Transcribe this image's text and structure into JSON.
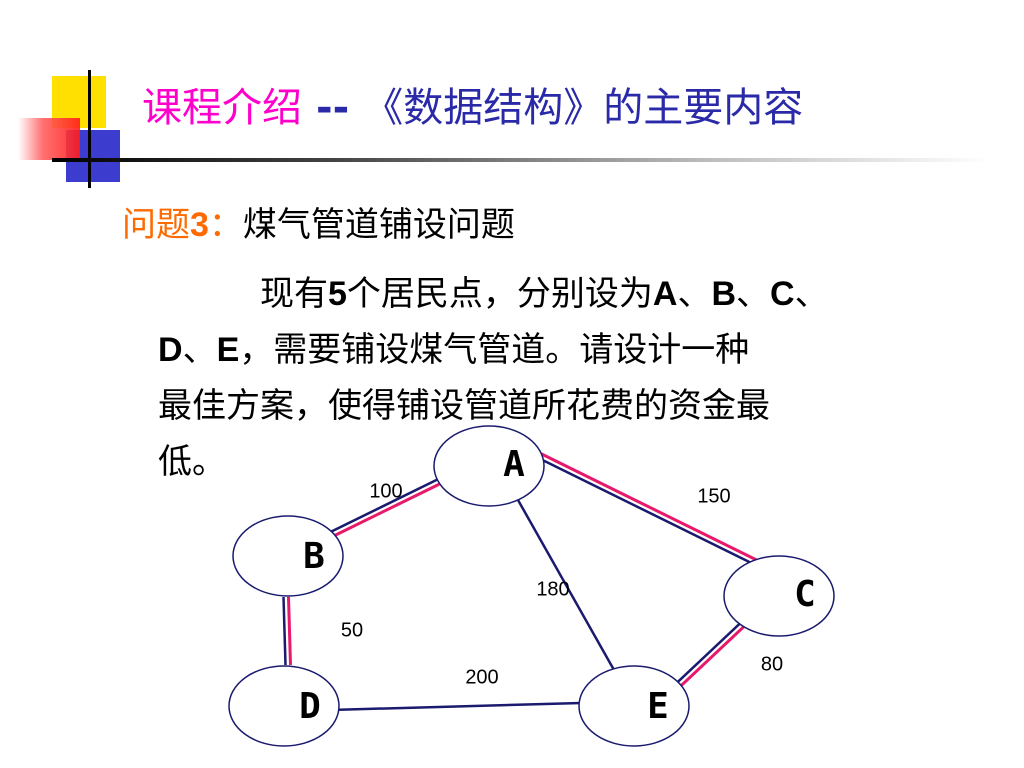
{
  "header": {
    "title_part1": "课程介绍",
    "title_sep": "--",
    "title_part2": "《数据结构》的主要内容",
    "colors": {
      "pink": "#ff00cc",
      "blue": "#2a2aa8",
      "yellow": "#ffe000",
      "red": "#ff3030"
    }
  },
  "problem": {
    "label": "问题",
    "number": "3",
    "colon": "：",
    "name": "煤气管道铺设问题"
  },
  "description": {
    "line1_a": "现有",
    "line1_b": "5",
    "line1_c": "个居民点，分别设为",
    "line1_d": "A",
    "line1_e": "、",
    "line1_f": "B",
    "line1_g": "、",
    "line1_h": "C",
    "line1_i": "、",
    "line2_a": "D",
    "line2_b": "、",
    "line2_c": "E",
    "line2_d": "，需要铺设煤气管道。请设计一种",
    "line3": "最佳方案，使得铺设管道所花费的资金最",
    "line4": "低。"
  },
  "graph": {
    "nodes": [
      {
        "id": "A",
        "label": "A"
      },
      {
        "id": "B",
        "label": "B"
      },
      {
        "id": "C",
        "label": "C"
      },
      {
        "id": "D",
        "label": "D"
      },
      {
        "id": "E",
        "label": "E"
      }
    ],
    "edges": [
      {
        "from": "A",
        "to": "B",
        "weight": "100",
        "highlighted": true
      },
      {
        "from": "A",
        "to": "C",
        "weight": "150",
        "highlighted": true
      },
      {
        "from": "A",
        "to": "E",
        "weight": "180",
        "highlighted": false
      },
      {
        "from": "B",
        "to": "D",
        "weight": "50",
        "highlighted": true
      },
      {
        "from": "D",
        "to": "E",
        "weight": "200",
        "highlighted": false
      },
      {
        "from": "C",
        "to": "E",
        "weight": "80",
        "highlighted": true
      }
    ],
    "colors": {
      "edge": "#1a1a6e",
      "highlight": "#e8186a",
      "node_stroke": "#1a1a6e"
    }
  }
}
